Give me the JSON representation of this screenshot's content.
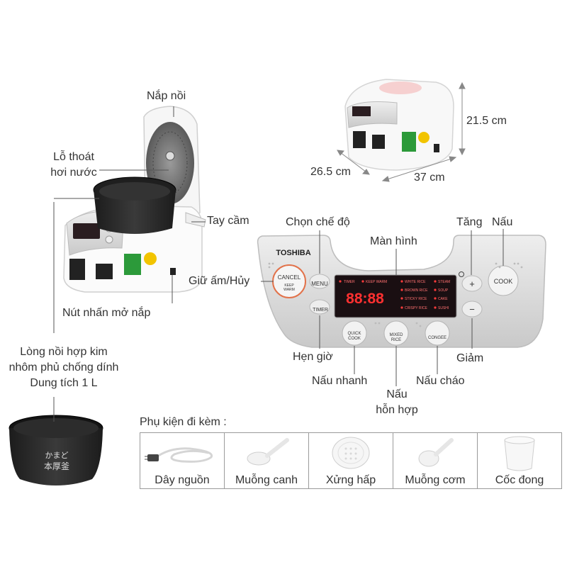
{
  "labels": {
    "lid": "Nắp nồi",
    "vent_line1": "Lỗ thoát",
    "vent_line2": "hơi nước",
    "handle": "Tay cầm",
    "keep_warm_cancel": "Giữ ấm/Hủy",
    "lid_release_button": "Nút nhấn mở nắp",
    "pot_line1": "Lòng nồi hợp kim",
    "pot_line2": "nhôm phủ chống dính",
    "pot_line3": "Dung tích 1 L",
    "mode_select": "Chọn chế độ",
    "screen": "Màn hình",
    "increase": "Tăng",
    "cook": "Nấu",
    "timer": "Hẹn giờ",
    "decrease": "Giảm",
    "quick_cook": "Nấu nhanh",
    "mixed_line1": "Nấu",
    "mixed_line2": "hỗn hợp",
    "congee": "Nấu cháo"
  },
  "dimensions": {
    "height": "21.5 cm",
    "depth": "26.5 cm",
    "width": "37 cm"
  },
  "panel": {
    "brand": "TOSHIBA",
    "cancel": "CANCEL",
    "keep": "KEEP",
    "warm": "WARM",
    "menu": "MENU",
    "timer": "TIMER",
    "cook": "COOK",
    "plus": "+",
    "minus": "−",
    "display_digits": "88:88",
    "menu_timer": "TIMER",
    "menu_keep_warm": "KEEP WARM",
    "menu_white_rice": "WHITE RICE",
    "menu_steam": "STEAM",
    "menu_brown_rice": "BROWN RICE",
    "menu_soup": "SOUP",
    "menu_sticky_rice": "STICKY RICE",
    "menu_cake": "CAKE",
    "menu_crispy_rice": "CRISPY RICE",
    "menu_sushi": "SUSHI",
    "quick_line1": "QUICK",
    "quick_line2": "COOK",
    "mixed_line1": "MIXED",
    "mixed_line2": "RICE",
    "congee": "CONGEE"
  },
  "pot_text_line1": "かまど",
  "pot_text_line2": "本厚釜",
  "accessories": {
    "title": "Phụ kiện đi kèm :",
    "items": [
      {
        "label": "Dây nguồn",
        "icon": "power-cord-icon"
      },
      {
        "label": "Muỗng canh",
        "icon": "soup-ladle-icon"
      },
      {
        "label": "Xửng hấp",
        "icon": "steam-tray-icon"
      },
      {
        "label": "Muỗng cơm",
        "icon": "rice-paddle-icon"
      },
      {
        "label": "Cốc đong",
        "icon": "measuring-cup-icon"
      }
    ]
  },
  "colors": {
    "display_red": "#ff3030",
    "display_bg": "#1a0f12",
    "panel_silver": "#dcdcdc",
    "pot_black": "#2a2a2a",
    "line": "#555555"
  }
}
